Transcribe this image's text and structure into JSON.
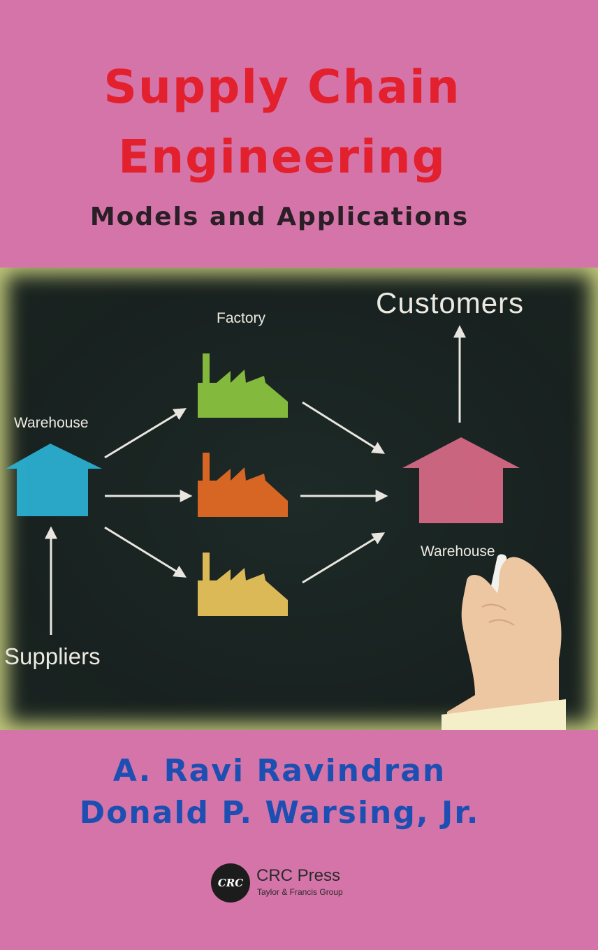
{
  "cover": {
    "title_line1": "Supply Chain",
    "title_line2": "Engineering",
    "subtitle": "Models and Applications",
    "diagram": {
      "customers": "Customers",
      "factory": "Factory",
      "warehouse_left": "Warehouse",
      "warehouse_right": "Warehouse",
      "suppliers": "Suppliers"
    },
    "authors": [
      "A. Ravi Ravindran",
      "Donald P. Warsing, Jr."
    ],
    "publisher": {
      "logo": "CRC",
      "name": "CRC Press",
      "group": "Taylor & Francis Group"
    }
  },
  "colors": {
    "background": "#d574a8",
    "title": "#e2202e",
    "author": "#1d4fb3",
    "board": "#1b2523",
    "warehouse_left": "#2bb3d6",
    "warehouse_right": "#d96a88",
    "factory_top": "#8cc63f",
    "factory_middle": "#e76a24",
    "factory_bottom": "#ecc65c"
  }
}
